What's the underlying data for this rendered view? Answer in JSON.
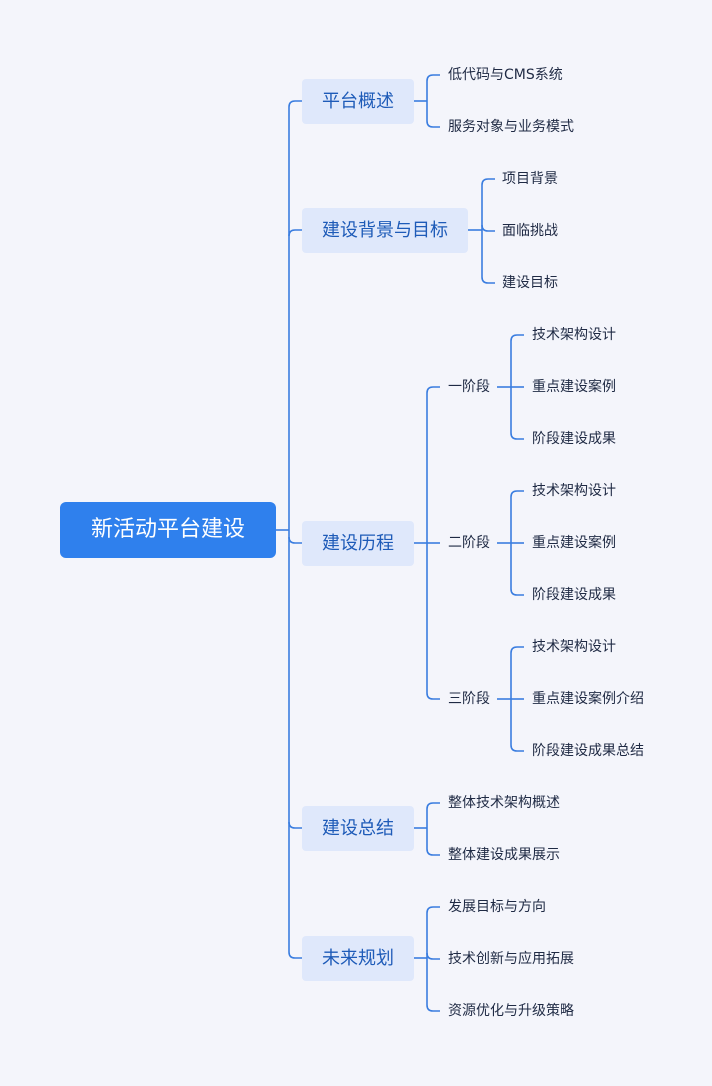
{
  "root": {
    "label": "新活动平台建设"
  },
  "branches": [
    {
      "label": "平台概述",
      "children": [
        {
          "label": "低代码与CMS系统"
        },
        {
          "label": "服务对象与业务模式"
        }
      ]
    },
    {
      "label": "建设背景与目标",
      "children": [
        {
          "label": "项目背景"
        },
        {
          "label": "面临挑战"
        },
        {
          "label": "建设目标"
        }
      ]
    },
    {
      "label": "建设历程",
      "children": [
        {
          "label": "一阶段",
          "children": [
            {
              "label": "技术架构设计"
            },
            {
              "label": "重点建设案例"
            },
            {
              "label": "阶段建设成果"
            }
          ]
        },
        {
          "label": "二阶段",
          "children": [
            {
              "label": "技术架构设计"
            },
            {
              "label": "重点建设案例"
            },
            {
              "label": "阶段建设成果"
            }
          ]
        },
        {
          "label": "三阶段",
          "children": [
            {
              "label": "技术架构设计"
            },
            {
              "label": "重点建设案例介绍"
            },
            {
              "label": "阶段建设成果总结"
            }
          ]
        }
      ]
    },
    {
      "label": "建设总结",
      "children": [
        {
          "label": "整体技术架构概述"
        },
        {
          "label": "整体建设成果展示"
        }
      ]
    },
    {
      "label": "未来规划",
      "children": [
        {
          "label": "发展目标与方向"
        },
        {
          "label": "技术创新与应用拓展"
        },
        {
          "label": "资源优化与升级策略"
        }
      ]
    }
  ]
}
